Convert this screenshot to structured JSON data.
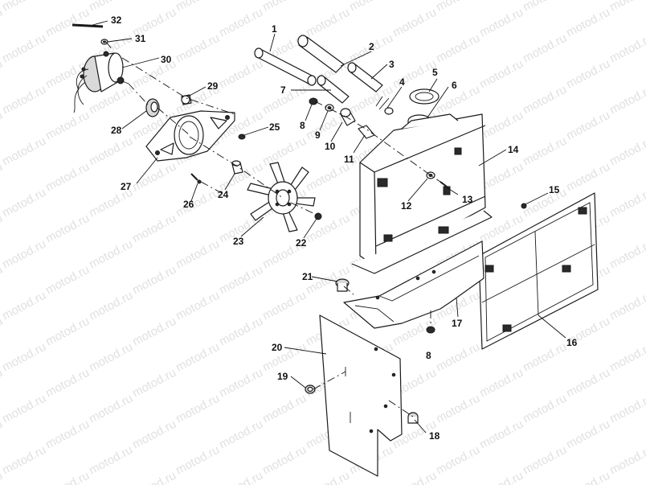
{
  "watermark": "motod.ru",
  "callouts": [
    {
      "id": "c1",
      "label": "1"
    },
    {
      "id": "c2",
      "label": "2"
    },
    {
      "id": "c3",
      "label": "3"
    },
    {
      "id": "c4",
      "label": "4"
    },
    {
      "id": "c5",
      "label": "5"
    },
    {
      "id": "c6",
      "label": "6"
    },
    {
      "id": "c7",
      "label": "7"
    },
    {
      "id": "c8a",
      "label": "8"
    },
    {
      "id": "c8b",
      "label": "8"
    },
    {
      "id": "c9",
      "label": "9"
    },
    {
      "id": "c10",
      "label": "10"
    },
    {
      "id": "c11",
      "label": "11"
    },
    {
      "id": "c12",
      "label": "12"
    },
    {
      "id": "c13",
      "label": "13"
    },
    {
      "id": "c14",
      "label": "14"
    },
    {
      "id": "c15",
      "label": "15"
    },
    {
      "id": "c16",
      "label": "16"
    },
    {
      "id": "c17",
      "label": "17"
    },
    {
      "id": "c18",
      "label": "18"
    },
    {
      "id": "c19",
      "label": "19"
    },
    {
      "id": "c20",
      "label": "20"
    },
    {
      "id": "c21",
      "label": "21"
    },
    {
      "id": "c22",
      "label": "22"
    },
    {
      "id": "c23",
      "label": "23"
    },
    {
      "id": "c24",
      "label": "24"
    },
    {
      "id": "c25",
      "label": "25"
    },
    {
      "id": "c26",
      "label": "26"
    },
    {
      "id": "c27",
      "label": "27"
    },
    {
      "id": "c28",
      "label": "28"
    },
    {
      "id": "c29",
      "label": "29"
    },
    {
      "id": "c30",
      "label": "30"
    },
    {
      "id": "c31",
      "label": "31"
    },
    {
      "id": "c32",
      "label": "32"
    }
  ]
}
